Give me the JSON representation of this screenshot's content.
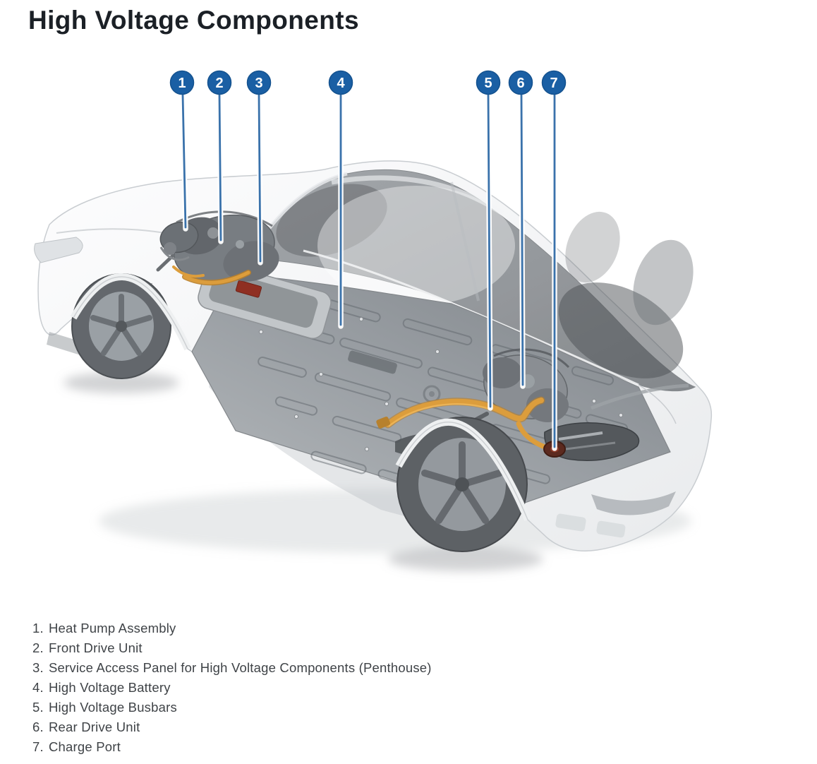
{
  "page": {
    "title": "High Voltage Components",
    "background": "#ffffff"
  },
  "colors": {
    "callout_blue": "#1a5fa4",
    "callout_ring": "#14528f",
    "leader_blue": "#3a72ab",
    "cable_orange": "#dc9d3c",
    "cable_orange_dark": "#b97f2a",
    "charge_port_red": "#5c2a1f",
    "title_text": "#1b2026",
    "legend_text": "#3f4347",
    "car_gray": "#9aa0a5"
  },
  "callouts": [
    {
      "number": "1",
      "label": "Heat Pump Assembly"
    },
    {
      "number": "2",
      "label": "Front Drive Unit"
    },
    {
      "number": "3",
      "label": "Service Access Panel for High Voltage Components (Penthouse)"
    },
    {
      "number": "4",
      "label": "High Voltage Battery"
    },
    {
      "number": "5",
      "label": "High Voltage Busbars"
    },
    {
      "number": "6",
      "label": "Rear Drive Unit"
    },
    {
      "number": "7",
      "label": "Charge Port"
    }
  ],
  "legend": {
    "items": [
      {
        "number": "1.",
        "label": "Heat Pump Assembly"
      },
      {
        "number": "2.",
        "label": "Front Drive Unit"
      },
      {
        "number": "3.",
        "label": "Service Access Panel for High Voltage Components (Penthouse)"
      },
      {
        "number": "4.",
        "label": "High Voltage Battery"
      },
      {
        "number": "5.",
        "label": "High Voltage Busbars"
      },
      {
        "number": "6.",
        "label": "Rear Drive Unit"
      },
      {
        "number": "7.",
        "label": "Charge Port"
      }
    ]
  }
}
